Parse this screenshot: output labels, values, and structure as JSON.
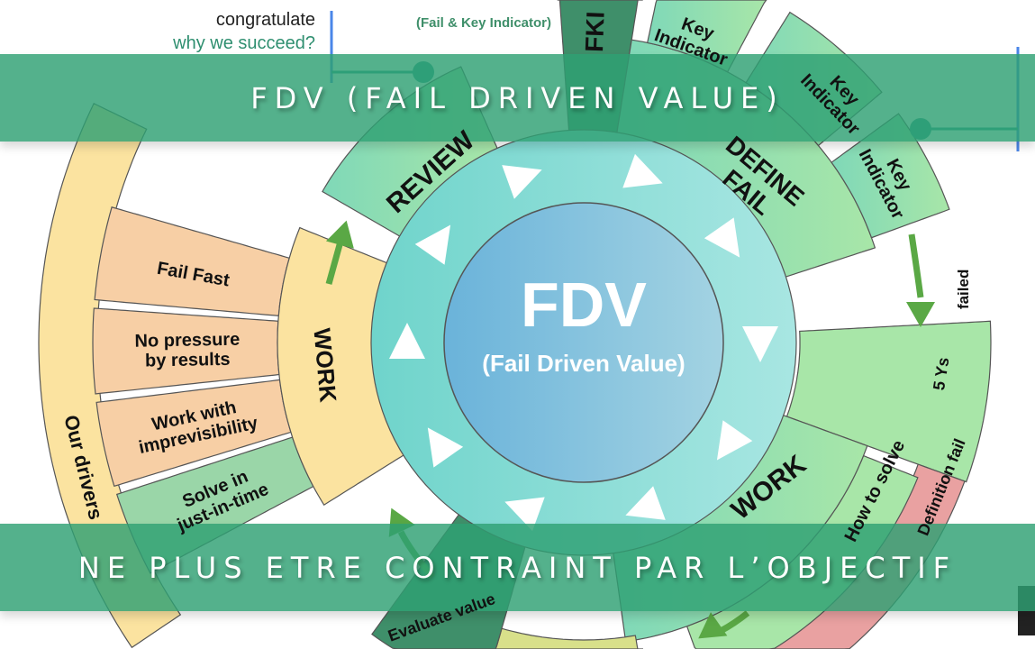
{
  "banners": {
    "top": "FDV (FAIL DRIVEN VALUE)",
    "bottom": "NE PLUS ETRE CONTRAINT PAR L’OBJECTIF"
  },
  "center": {
    "title": "FDV",
    "subtitle": "(Fail Driven Value)"
  },
  "annotations": {
    "congratulate": "congratulate",
    "why_succeed": "why we succeed?",
    "failed": "failed"
  },
  "segments": {
    "review": "REVIEW",
    "fki": "FKI",
    "fki_sub": "(Fail & Key Indicator)",
    "define_fail": [
      "DEFINE",
      "FAIL"
    ],
    "key_indicators": [
      [
        "Key",
        "Indicator"
      ],
      [
        "Key",
        "Indicator"
      ],
      [
        "Key",
        "Indicator"
      ]
    ],
    "five_ys": "5 Ys",
    "work_right": "WORK",
    "how_to_solve": "How to solve",
    "definition_fail": "Definition fail",
    "evaluate_value": "Evaluate value",
    "work_left": "WORK",
    "our_drivers": "Our drivers",
    "drivers": [
      [
        "Fail Fast"
      ],
      [
        "No pressure",
        "by results"
      ],
      [
        "Work with",
        "imprevisibility"
      ],
      [
        "Solve in",
        "just-in-time"
      ]
    ]
  },
  "colors": {
    "banner": "#2ea073",
    "core": "#6fb9db",
    "ring": "#7fd9d0",
    "green_segment": "#8fdcb4",
    "dark_green": "#3f8f6a",
    "yellow": "#fbe3a0",
    "orange": "#f7cfa5",
    "red": "#e9a1a1",
    "arrow": "#5aa845",
    "drivers_text": "#f0a040",
    "annotation_line": "#4a86e8"
  }
}
